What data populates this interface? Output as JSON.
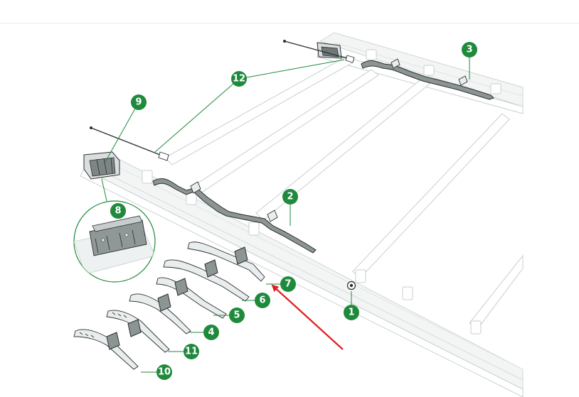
{
  "callouts": [
    "1",
    "2",
    "3",
    "4",
    "5",
    "6",
    "7",
    "8",
    "9",
    "10",
    "11",
    "12"
  ],
  "colors": {
    "callout_green": "#1f8a3c",
    "pointer_red": "#e02020",
    "frame_gray": "#cfd5d5",
    "part_dark": "#2b2f2f"
  },
  "icons": {
    "pointer": "red-arrow-icon"
  }
}
